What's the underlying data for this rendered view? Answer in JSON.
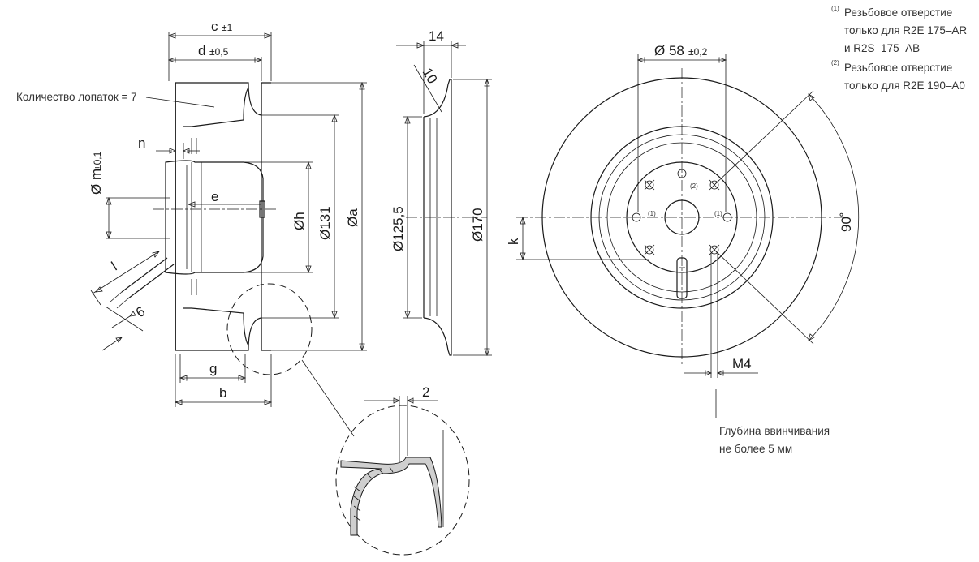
{
  "dimensions": {
    "c": "c",
    "c_tol": "±1",
    "d": "d",
    "d_tol": "±0,5",
    "n": "n",
    "m": "Ø m",
    "m_tol": "±0,1",
    "e": "e",
    "h": "Øh",
    "d131": "Ø131",
    "a": "Øa",
    "l": "l",
    "six": "6",
    "g": "g",
    "b": "b",
    "fourteen": "14",
    "ten": "10",
    "d125": "Ø125,5",
    "d170": "Ø170",
    "d58": "Ø 58",
    "d58_tol": "±0,2",
    "k": "k",
    "angle": "90˚",
    "m4": "M4",
    "two": "2"
  },
  "labels": {
    "blades": "Количество лопаток = 7",
    "depth_line1": "Глубина ввинчивания",
    "depth_line2": "не более 5 мм",
    "hole1": "(1)",
    "hole2": "(2)"
  },
  "notes": {
    "note1_marker": "(1)",
    "note1_line1": "Резьбовое отверстие",
    "note1_line2": "только для R2E 175–AR",
    "note1_line3": "и R2S–175–AB",
    "note2_marker": "(2)",
    "note2_line1": "Резьбовое отверстие",
    "note2_line2": "только для R2E 190–A0"
  }
}
